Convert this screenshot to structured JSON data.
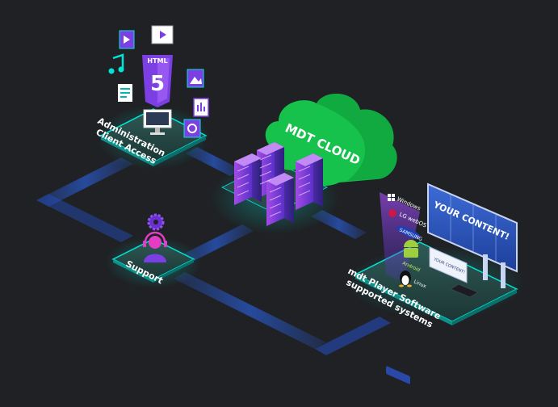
{
  "nodes": {
    "admin": {
      "label_line1": "Administration",
      "label_line2": "Client Access"
    },
    "cloud": {
      "label": "MDT CLOUD"
    },
    "support": {
      "label": "Support"
    },
    "player": {
      "label_line1": "mdt Player Software",
      "label_line2": "supported systems"
    }
  },
  "billboard": {
    "headline": "YOUR CONTENT!",
    "small_screen_text": "YOUR CONTENT!"
  },
  "systems": [
    {
      "label": "Windows",
      "icon": "windows-icon"
    },
    {
      "label": "LG webOS",
      "icon": "lg-icon"
    },
    {
      "label": "SAMSUNG",
      "icon": "samsung-icon"
    },
    {
      "label": "Android",
      "icon": "android-icon"
    },
    {
      "label": "Linux",
      "icon": "linux-icon"
    }
  ],
  "admin_icons": [
    "film-icon",
    "video-icon",
    "music-icon",
    "html5-icon",
    "image-icon",
    "document-icon",
    "audio-file-icon",
    "monitor-icon",
    "settings-icon"
  ],
  "support_icons": [
    "gear-icon",
    "headset-icon"
  ],
  "colors": {
    "background": "#1f2124",
    "accent_cyan": "#00e5d8",
    "cloud_green": "#16c24c",
    "purple": "#7b3fe4",
    "magenta": "#e23dc4",
    "path_blue": "#2c6bff"
  }
}
